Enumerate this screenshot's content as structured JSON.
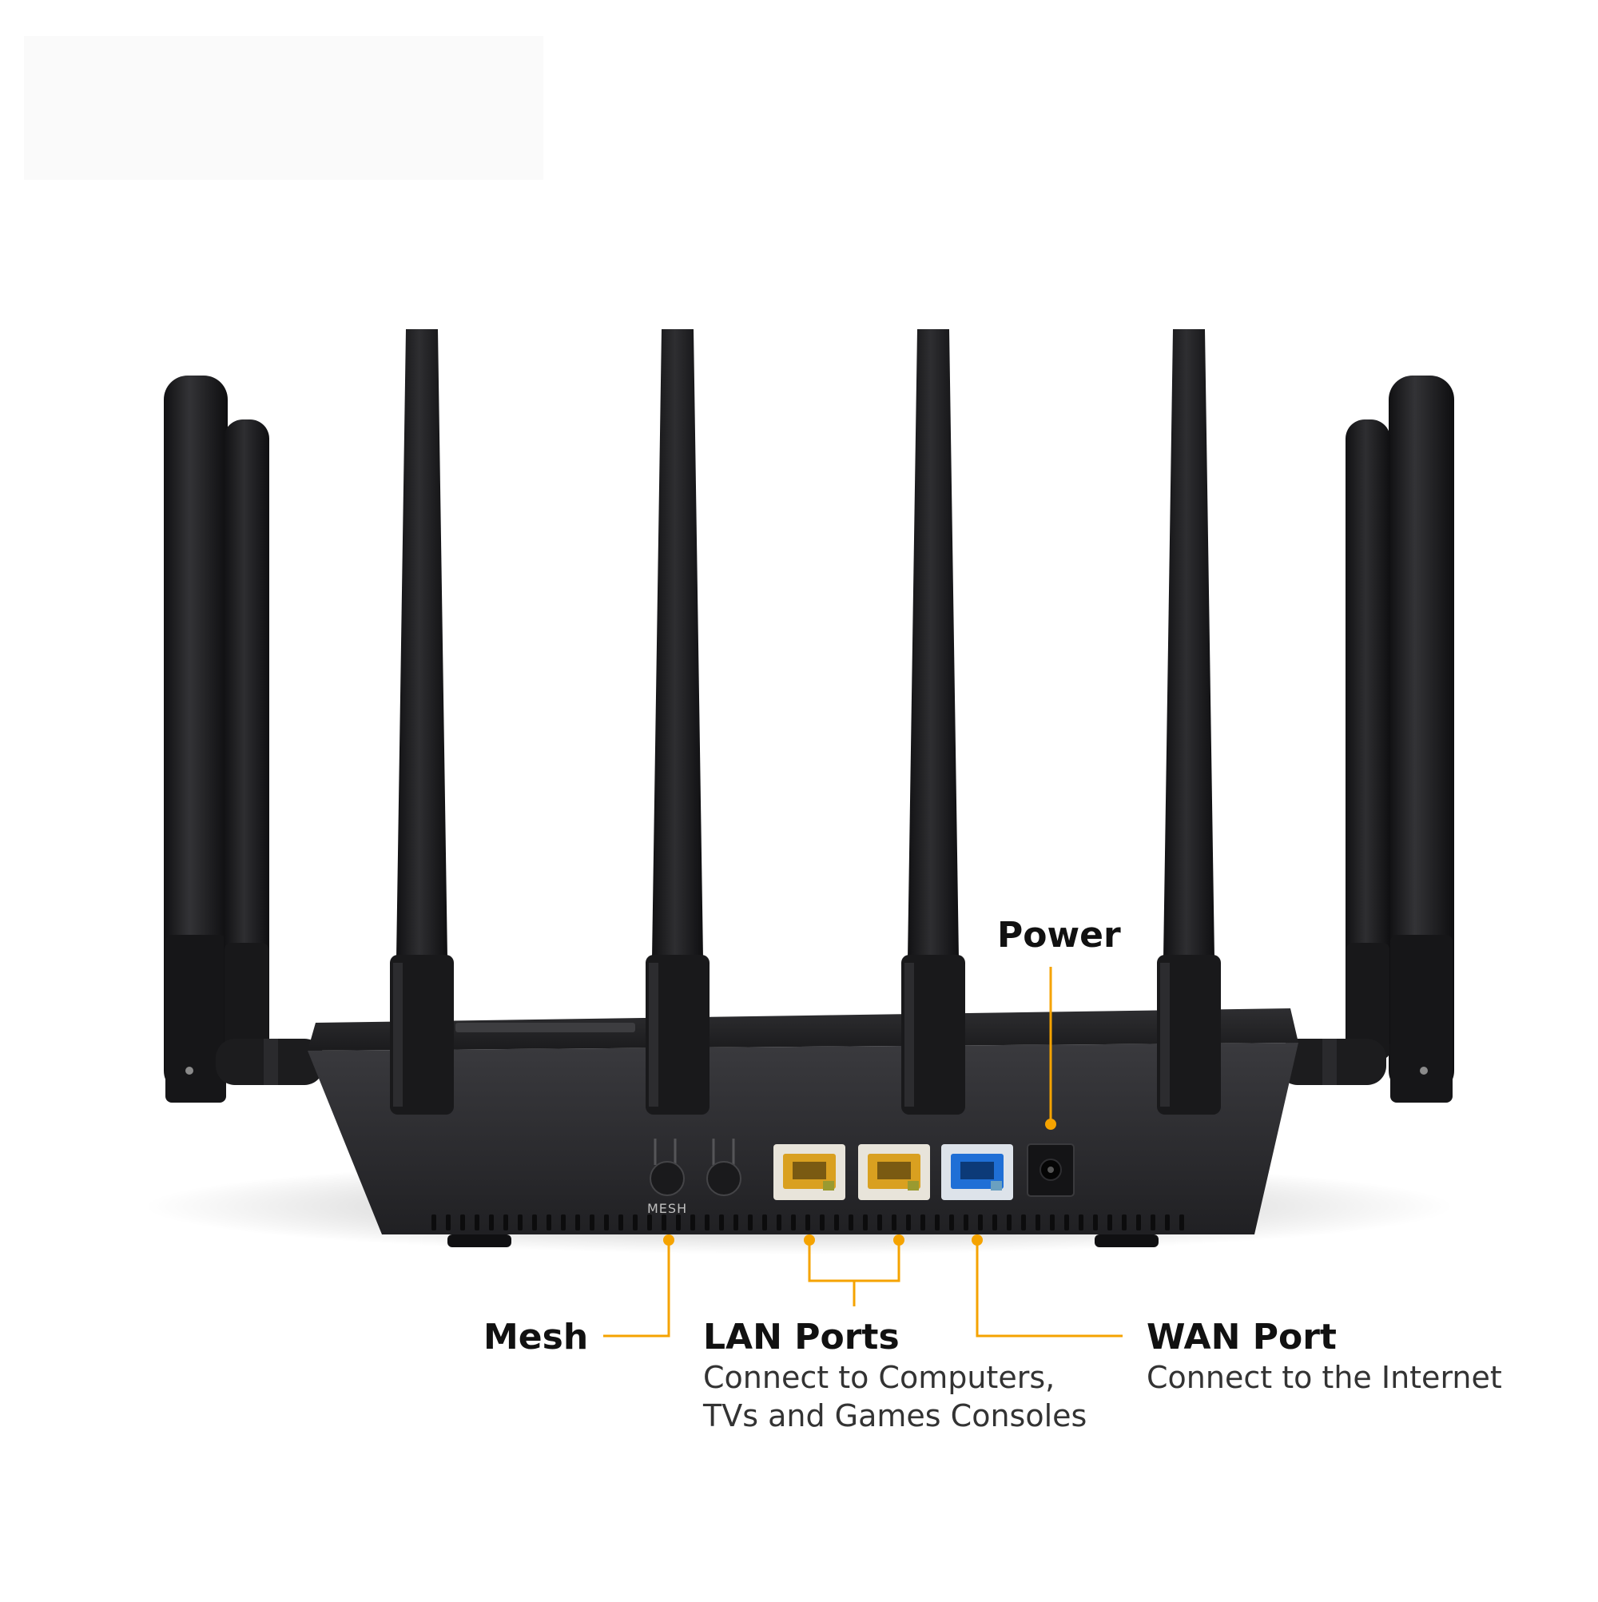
{
  "colors": {
    "accent": "#f5a300",
    "router_body": "#2b2b2e",
    "router_dark": "#161618",
    "antenna": "#1c1c1e",
    "lan_port": "#d9a020",
    "wan_port": "#1f6fd6",
    "text_primary": "#111111",
    "text_secondary": "#333333"
  },
  "device": {
    "button_label": "MESH"
  },
  "callouts": {
    "power": {
      "title": "Power"
    },
    "mesh": {
      "title": "Mesh"
    },
    "lan": {
      "title": "LAN Ports",
      "desc_line1": "Connect to Computers,",
      "desc_line2": "TVs and Games Consoles"
    },
    "wan": {
      "title": "WAN Port",
      "desc_line1": "Connect to the Internet"
    }
  }
}
